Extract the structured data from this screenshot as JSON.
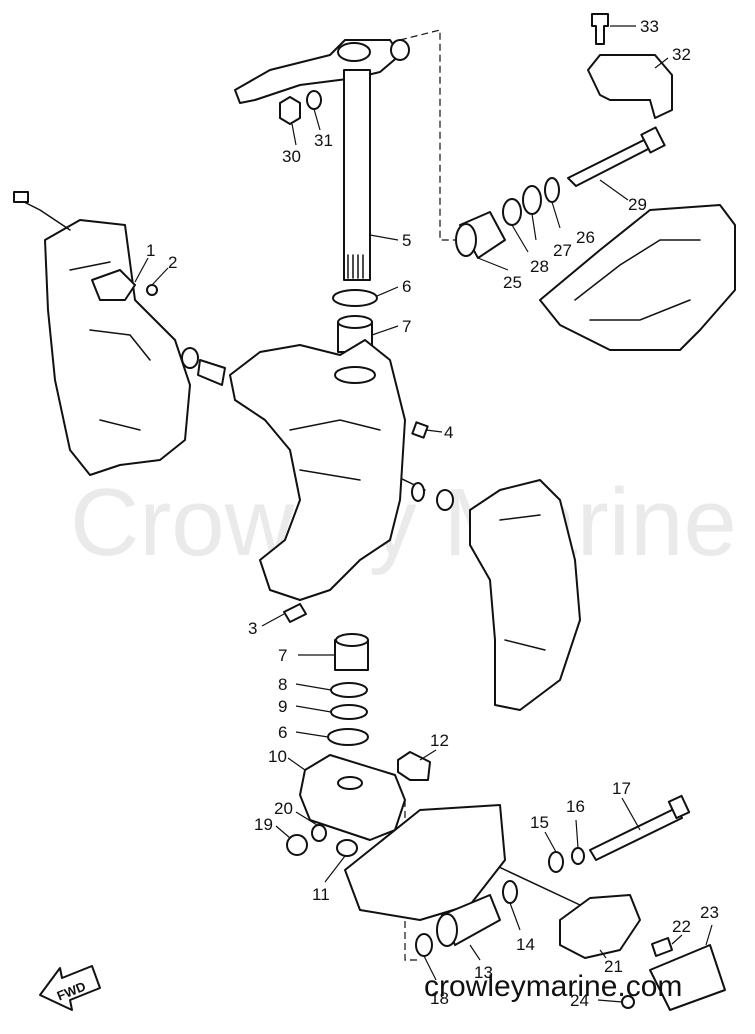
{
  "watermark": "Crowley Marine",
  "footer_url": "crowleymarine.com",
  "fwd_label": "FWD",
  "callouts": [
    {
      "id": "c1",
      "label": "1"
    },
    {
      "id": "c2",
      "label": "2"
    },
    {
      "id": "c3",
      "label": "3"
    },
    {
      "id": "c4",
      "label": "4"
    },
    {
      "id": "c5",
      "label": "5"
    },
    {
      "id": "c6a",
      "label": "6"
    },
    {
      "id": "c6b",
      "label": "6"
    },
    {
      "id": "c7a",
      "label": "7"
    },
    {
      "id": "c7b",
      "label": "7"
    },
    {
      "id": "c8",
      "label": "8"
    },
    {
      "id": "c9",
      "label": "9"
    },
    {
      "id": "c10",
      "label": "10"
    },
    {
      "id": "c11",
      "label": "11"
    },
    {
      "id": "c12",
      "label": "12"
    },
    {
      "id": "c13",
      "label": "13"
    },
    {
      "id": "c14",
      "label": "14"
    },
    {
      "id": "c15",
      "label": "15"
    },
    {
      "id": "c16",
      "label": "16"
    },
    {
      "id": "c17",
      "label": "17"
    },
    {
      "id": "c18",
      "label": "18"
    },
    {
      "id": "c19",
      "label": "19"
    },
    {
      "id": "c20",
      "label": "20"
    },
    {
      "id": "c21",
      "label": "21"
    },
    {
      "id": "c22",
      "label": "22"
    },
    {
      "id": "c23",
      "label": "23"
    },
    {
      "id": "c24",
      "label": "24"
    },
    {
      "id": "c25",
      "label": "25"
    },
    {
      "id": "c26",
      "label": "26"
    },
    {
      "id": "c27",
      "label": "27"
    },
    {
      "id": "c28",
      "label": "28"
    },
    {
      "id": "c29",
      "label": "29"
    },
    {
      "id": "c30",
      "label": "30"
    },
    {
      "id": "c31",
      "label": "31"
    },
    {
      "id": "c32",
      "label": "32"
    },
    {
      "id": "c33",
      "label": "33"
    }
  ]
}
